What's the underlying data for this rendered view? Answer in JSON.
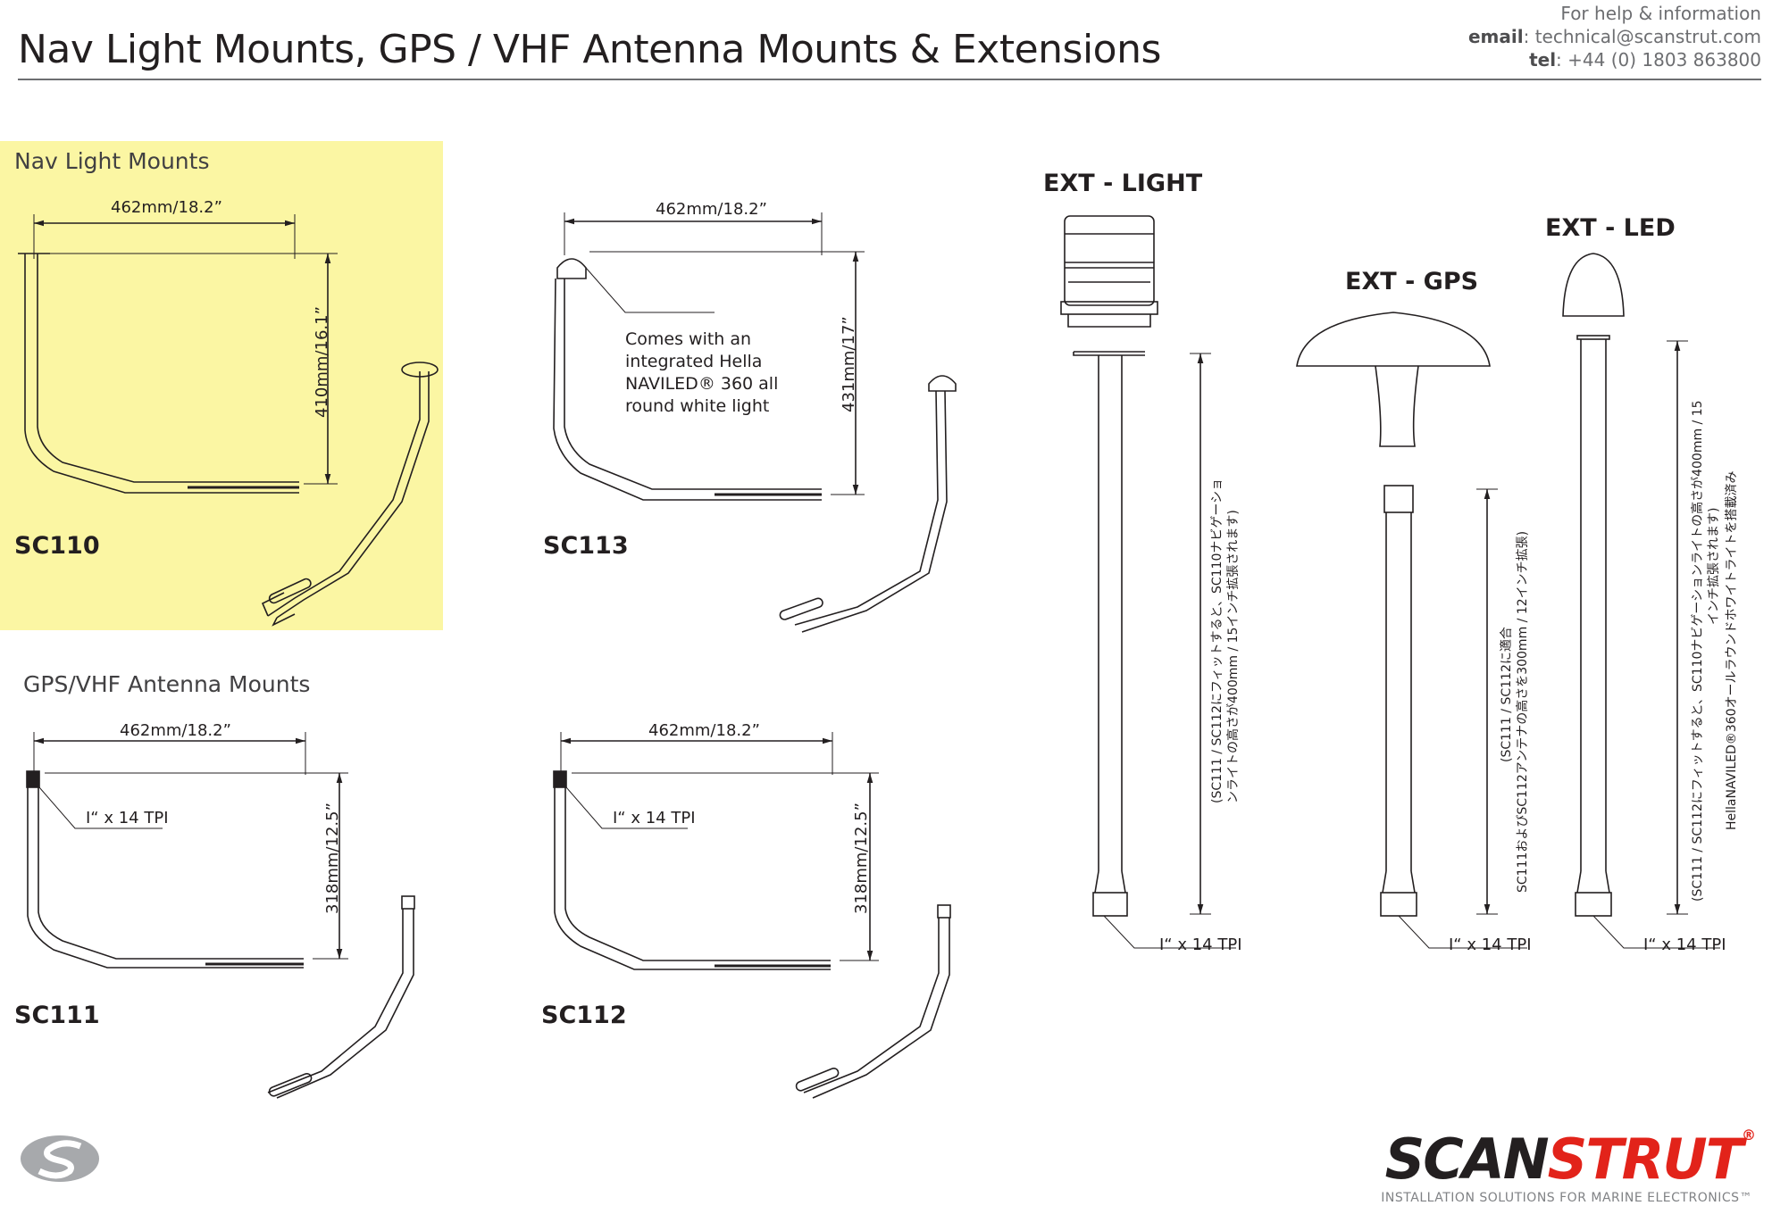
{
  "title": "Nav Light Mounts, GPS / VHF Antenna Mounts & Extensions",
  "help": {
    "line1": "For help & information",
    "email_label": "email",
    "email": ": technical@scanstrut.com",
    "tel_label": "tel",
    "tel": ":  +44 (0) 1803 863800"
  },
  "sections": {
    "nav": "Nav Light Mounts",
    "gps": "GPS/VHF Antenna Mounts"
  },
  "products": {
    "sc110": {
      "code": "SC110",
      "width": "462mm/18.2”",
      "height": "410mm/16.1”"
    },
    "sc113": {
      "code": "SC113",
      "width": "462mm/18.2”",
      "height": "431mm/17”",
      "note": "Comes with an integrated Hella NAVILED® 360 all round white light"
    },
    "sc111": {
      "code": "SC111",
      "width": "462mm/18.2”",
      "height": "318mm/12.5”",
      "thread": "I“ x 14 TPI"
    },
    "sc112": {
      "code": "SC112",
      "width": "462mm/18.2”",
      "height": "318mm/12.5”",
      "thread": "I“ x 14 TPI"
    }
  },
  "extensions": {
    "light": {
      "name": "EXT - LIGHT",
      "thread": "I“ x 14 TPI",
      "jp1": "(SC111 / SC112にフィットすると、SC110ナビゲーショ",
      "jp2": "ンライトの高さが400mm / 15インチ拡張されます)"
    },
    "gps": {
      "name": "EXT - GPS",
      "thread": "I“ x 14 TPI",
      "jp1": "(SC111 / SC112に適合",
      "jp2": "SC111およびSC112アンテナの高さを300mm / 12インチ拡張)"
    },
    "led": {
      "name": "EXT - LED",
      "thread": "I“ x 14 TPI",
      "jp1": "(SC111 / SC112にフィットすると、SC110ナビゲーションライトの高さが400mm / 15",
      "jp2": "インチ拡張されます)",
      "jp3": "HellaNAVILED®360オールラウンドホワイトライトを搭載済み"
    }
  },
  "brand": {
    "scan": "SCAN",
    "strut": "STRUT",
    "registered": "®",
    "tagline": "INSTALLATION SOLUTIONS FOR MARINE ELECTRONICS™"
  },
  "colors": {
    "highlight": "#fbf6a3",
    "brand_red": "#e2231a",
    "ink": "#231f20"
  }
}
